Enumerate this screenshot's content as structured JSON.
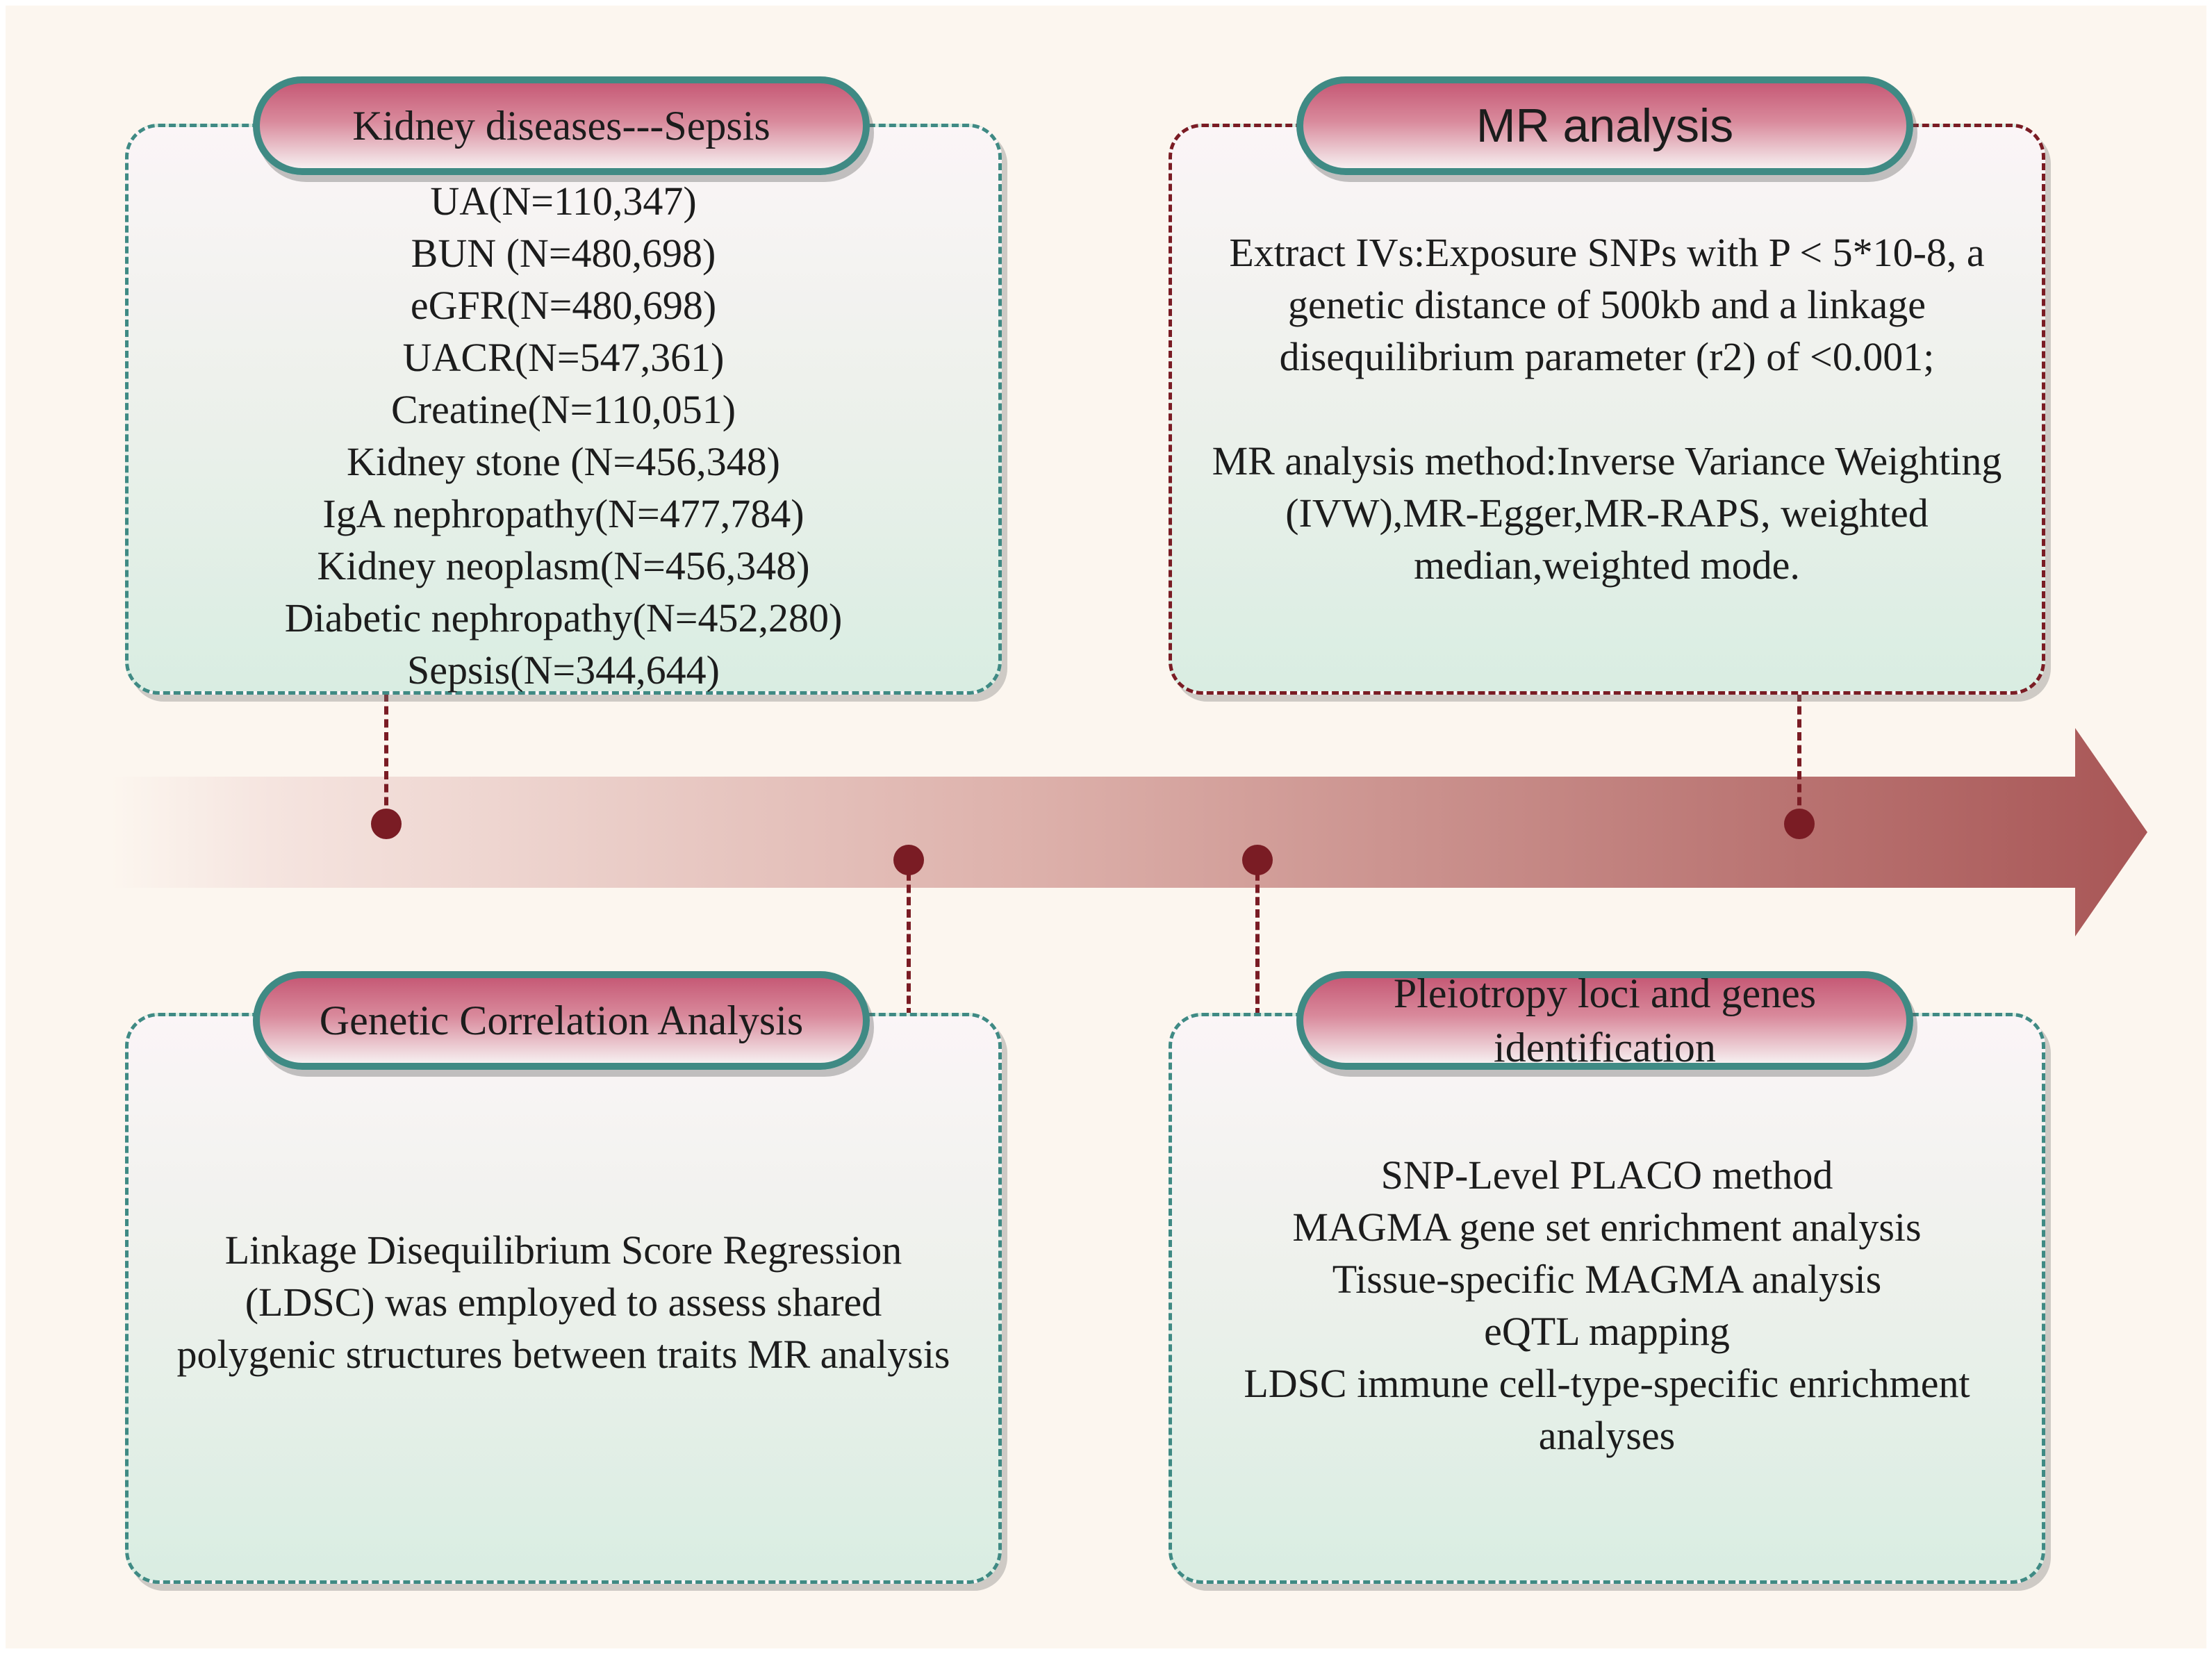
{
  "diagram": {
    "colors": {
      "background": "#fcf6ef",
      "teal_border": "#3f8a84",
      "maroon": "#7a1c24",
      "pill_top": "#c65a76",
      "arrow_end": "#a85656"
    },
    "kidney_panel": {
      "title": "Kidney diseases---Sepsis",
      "items": [
        "UA(N=110,347)",
        "BUN (N=480,698)",
        "eGFR(N=480,698)",
        "UACR(N=547,361)",
        "Creatine(N=110,051)",
        "Kidney stone (N=456,348)",
        "IgA nephropathy(N=477,784)",
        "Kidney neoplasm(N=456,348)",
        "Diabetic nephropathy(N=452,280)",
        "Sepsis(N=344,644)"
      ]
    },
    "mr_panel": {
      "title": "MR analysis",
      "lines": [
        "Extract IVs:Exposure SNPs with P < 5*10-8, a",
        "genetic distance of 500kb and a linkage",
        "disequilibrium parameter (r2) of <0.001;",
        "",
        "MR analysis method:Inverse Variance Weighting",
        "(IVW),MR-Egger,MR-RAPS, weighted",
        "median,weighted mode."
      ]
    },
    "genetic_panel": {
      "title": "Genetic Correlation Analysis",
      "lines": [
        "Linkage Disequilibrium Score Regression",
        "(LDSC) was employed to assess shared",
        "polygenic structures between traits MR analysis"
      ]
    },
    "pleiotropy_panel": {
      "title_lines": [
        "Pleiotropy loci and genes",
        "identification"
      ],
      "lines": [
        "SNP-Level PLACO method",
        "MAGMA gene set enrichment analysis",
        "Tissue-specific MAGMA analysis",
        "eQTL mapping",
        "LDSC immune cell-type-specific enrichment",
        "analyses"
      ]
    }
  }
}
